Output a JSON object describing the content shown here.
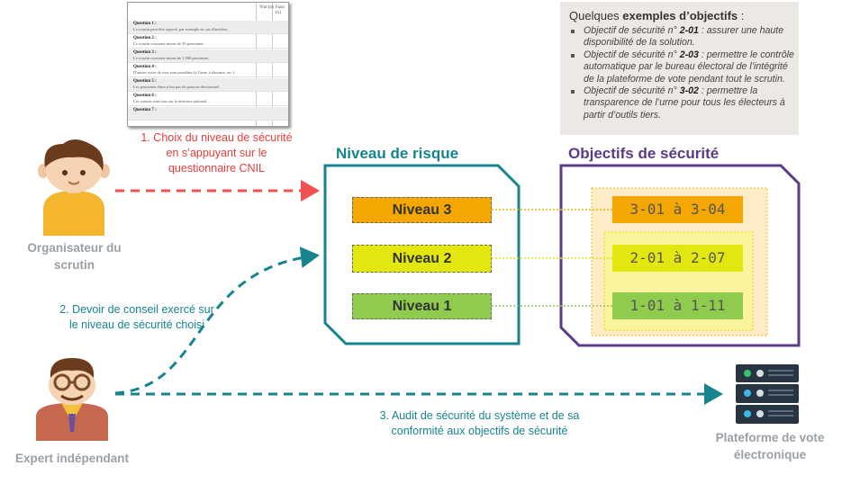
{
  "questionnaire": {
    "col_headers": [
      "Vrai\n(o)",
      "Faux\n(x)"
    ],
    "rows": [
      {
        "q": "Question 1 :",
        "t": "Le scrutin peut être reporté, par exemple en cas d'incident."
      },
      {
        "q": "Question 2 :",
        "t": "Le scrutin concerne moins de 50 personnes."
      },
      {
        "q": "Question 3 :",
        "t": "Le scrutin concerne moins de 1 000 personnes."
      },
      {
        "q": "Question 4 :",
        "t": "D'autres votes de vote sont possibles (à l'urne, à distance, etc.)."
      },
      {
        "q": "Question 5 :",
        "t": "Les personnes élues n'ont pas de pouvoir décisionnel."
      },
      {
        "q": "Question 6 :",
        "t": "Les votants sont tous sur le territoire national."
      },
      {
        "q": "Question 7 :",
        "t": ""
      }
    ]
  },
  "examples": {
    "title_prefix": "Quelques ",
    "title_bold": "exemples d’objectifs",
    "title_suffix": " :",
    "items": [
      {
        "pre": "Objectif de sécurité n° ",
        "code": "2-01",
        "post": " : assurer une haute disponibilité de la solution."
      },
      {
        "pre": "Objectif de sécurité n° ",
        "code": "2-03",
        "post": " : permettre le contrôle automatique par le bureau électoral de l’intégrité de la plateforme de vote pendant tout le scrutin."
      },
      {
        "pre": "Objectif de sécurité n° ",
        "code": "3-02",
        "post": " : permettre la transparence de l’urne pour tous les électeurs à partir d’outils tiers."
      }
    ]
  },
  "risk": {
    "title": "Niveau de risque",
    "levels": [
      "Niveau 3",
      "Niveau 2",
      "Niveau 1"
    ]
  },
  "objectives": {
    "title": "Objectifs de sécurité",
    "ranges": [
      "3-01 à 3-04",
      "2-01 à 2-07",
      "1-01 à 1-11"
    ]
  },
  "steps": {
    "step1": "1. Choix du niveau de sécurité en s’appuyant sur le questionnaire CNIL",
    "step2": "2. Devoir de conseil exercé sur le niveau de sécurité choisi",
    "step3": "3. Audit de sécurité du système et de sa conformité aux objectifs de sécurité"
  },
  "actors": {
    "organizer": "Organisateur du scrutin",
    "expert": "Expert indépendant",
    "platform": "Plateforme de vote électronique"
  },
  "colors": {
    "red": "#f05050",
    "teal": "#17838f",
    "purple": "#5a3b86",
    "level3": "#f3a700",
    "level2": "#e2e80f",
    "level1": "#8fcb4c"
  }
}
